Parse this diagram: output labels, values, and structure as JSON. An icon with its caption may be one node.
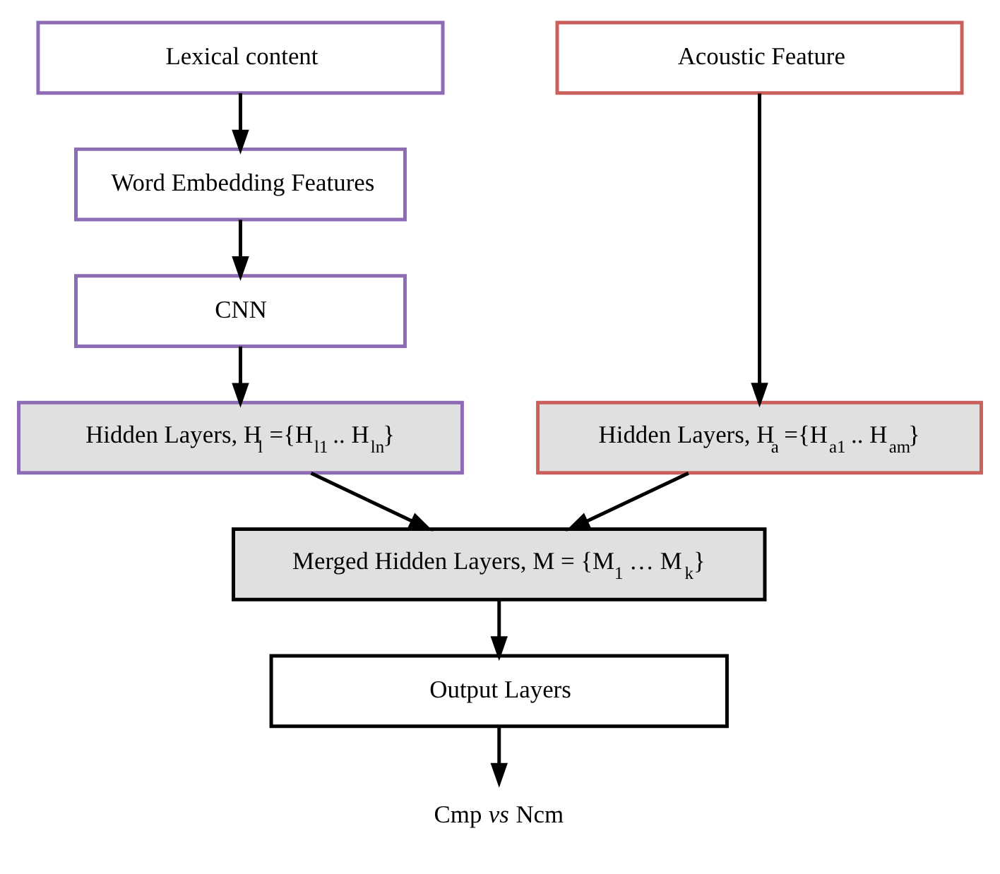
{
  "diagram": {
    "nodes": [
      {
        "text": [
          "Lexical content"
        ]
      },
      {
        "text": [
          "Acoustic Feature"
        ]
      },
      {
        "text": [
          "Word Embedding Features"
        ]
      },
      {
        "text": [
          "CNN"
        ]
      },
      {
        "text": [
          "Hidden Layers, H$_{l}$ ={H$_{l1}$ .. H$_{ln}$}"
        ]
      },
      {
        "text": [
          "Hidden Layers, H$_{a}$ ={H$_{a1}$ .. H$_{am}$}"
        ]
      },
      {
        "text": [
          "Merged Hidden Layers, M = {M$_{1}$ … M$_{k}$}"
        ]
      },
      {
        "text": [
          "Output Layers"
        ]
      },
      {
        "text": [
          "Cmp *vs* Ncm"
        ]
      }
    ],
    "edges": [
      {
        "from": 0,
        "to": 2,
        "arrow": "to"
      },
      {
        "from": 2,
        "to": 3,
        "arrow": "to"
      },
      {
        "from": 3,
        "to": 4,
        "arrow": "to"
      },
      {
        "from": 1,
        "to": 5,
        "arrow": "to"
      },
      {
        "from": 4,
        "to": 6,
        "arrow": "to"
      },
      {
        "from": 5,
        "to": 6,
        "arrow": "to"
      },
      {
        "from": 6,
        "to": 7,
        "arrow": "to"
      },
      {
        "from": 7,
        "to": 8,
        "arrow": "to"
      }
    ]
  }
}
